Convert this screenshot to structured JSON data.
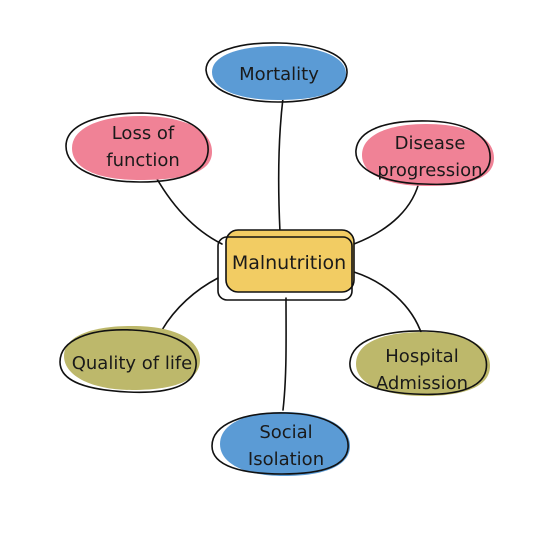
{
  "center": {
    "label": "Malnutrition",
    "color": "#F2CC63"
  },
  "nodes": [
    {
      "id": "mortality",
      "lines": [
        "Mortality"
      ],
      "color": "#5B9BD5"
    },
    {
      "id": "loss-of-function",
      "lines": [
        "Loss of",
        "function"
      ],
      "color": "#F08296"
    },
    {
      "id": "disease-progression",
      "lines": [
        "Disease",
        "progression"
      ],
      "color": "#F08296"
    },
    {
      "id": "quality-of-life",
      "lines": [
        "Quality of life"
      ],
      "color": "#BDB86B"
    },
    {
      "id": "hospital-admission",
      "lines": [
        "Hospital",
        "Admission"
      ],
      "color": "#BDB86B"
    },
    {
      "id": "social-isolation",
      "lines": [
        "Social",
        "Isolation"
      ],
      "color": "#5B9BD5"
    }
  ]
}
